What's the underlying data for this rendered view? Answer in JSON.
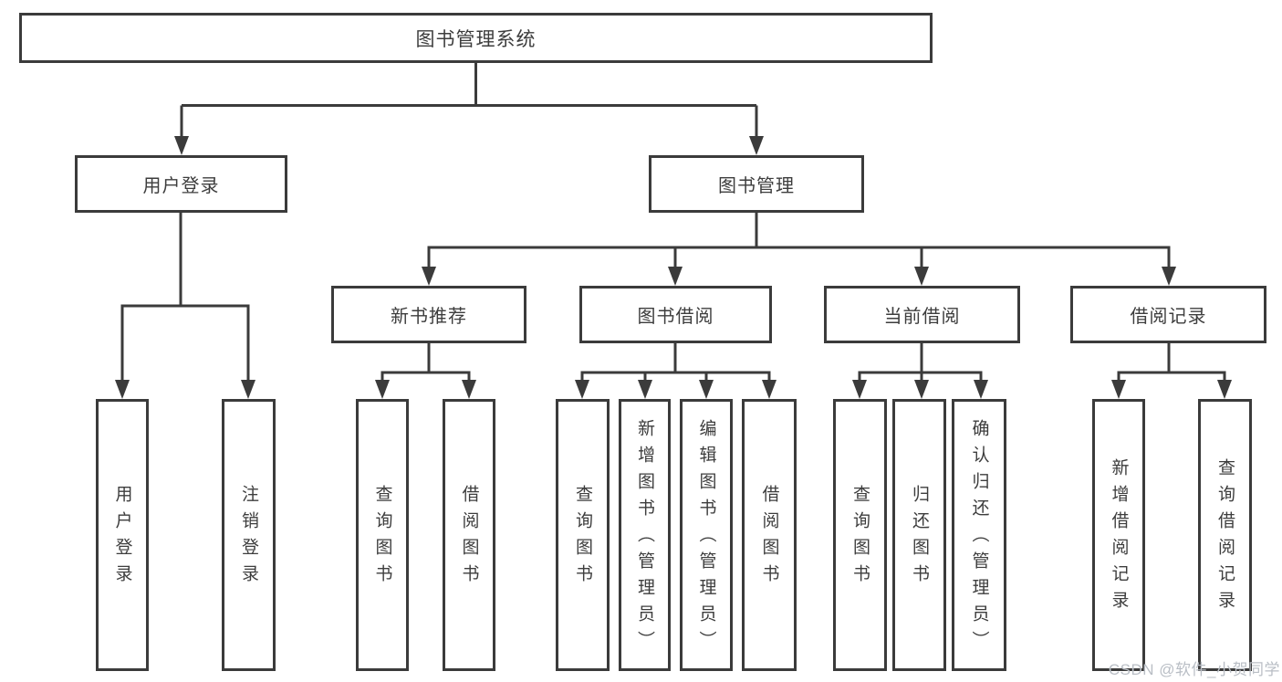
{
  "diagram_title": "图书管理系统",
  "tree": {
    "root": "图书管理系统",
    "branches": [
      {
        "label": "用户登录",
        "children": [
          "用户登录",
          "注销登录"
        ]
      },
      {
        "label": "图书管理",
        "children": [
          {
            "label": "新书推荐",
            "children": [
              "查询图书",
              "借阅图书"
            ]
          },
          {
            "label": "图书借阅",
            "children": [
              "查询图书",
              "新增图书（管理员）",
              "编辑图书（管理员）",
              "借阅图书"
            ]
          },
          {
            "label": "当前借阅",
            "children": [
              "查询图书",
              "归还图书",
              "确认归还（管理员）"
            ]
          },
          {
            "label": "借阅记录",
            "children": [
              "新增借阅记录",
              "查询借阅记录"
            ]
          }
        ]
      }
    ]
  },
  "watermark": "CSDN @软件_小贺同学",
  "colors": {
    "line": "#3b3b3b",
    "box_border": "#3b3b3b",
    "text": "#3d3d3d",
    "watermark": "#b9bec5",
    "background": "#ffffff"
  }
}
